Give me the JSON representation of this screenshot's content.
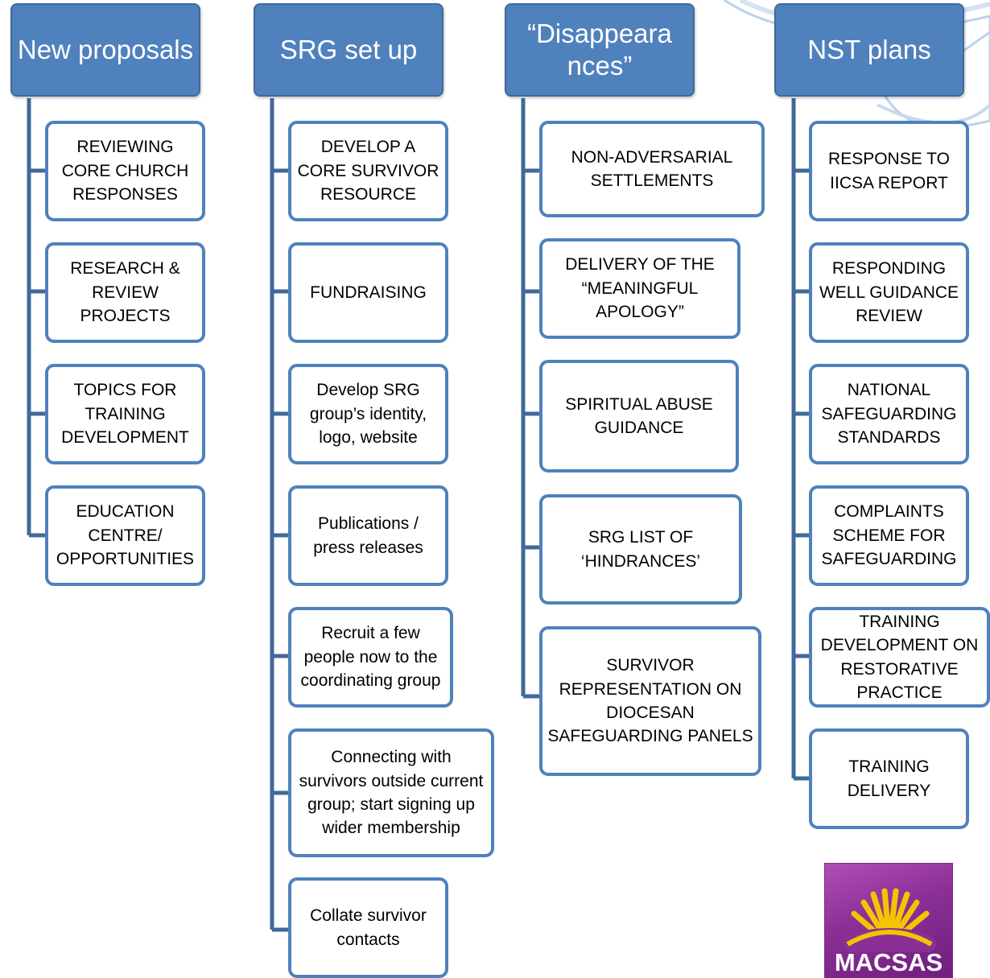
{
  "columns": [
    {
      "title": "New proposals",
      "items": [
        "REVIEWING CORE CHURCH RESPONSES",
        "RESEARCH & REVIEW PROJECTS",
        "TOPICS FOR TRAINING DEVELOPMENT",
        "EDUCATION CENTRE/ OPPORTUNITIES"
      ]
    },
    {
      "title": "SRG set up",
      "items": [
        "DEVELOP A CORE SURVIVOR RESOURCE",
        "FUNDRAISING",
        "Develop SRG group’s identity, logo, website",
        "Publications / press releases",
        "Recruit a few people now to the coordinating group",
        "Connecting with survivors outside current group; start signing up wider membership",
        "Collate survivor contacts"
      ]
    },
    {
      "title": "“Disappeara nces”",
      "items": [
        "NON-ADVERSARIAL SETTLEMENTS",
        "DELIVERY OF THE “MEANINGFUL APOLOGY”",
        "SPIRITUAL ABUSE GUIDANCE",
        "SRG LIST OF ‘HINDRANCES’",
        "SURVIVOR REPRESENTATION ON DIOCESAN SAFEGUARDING PANELS"
      ]
    },
    {
      "title": "NST plans",
      "items": [
        "RESPONSE TO IICSA REPORT",
        "RESPONDING WELL GUIDANCE REVIEW",
        "NATIONAL SAFEGUARDING STANDARDS",
        "COMPLAINTS SCHEME FOR SAFEGUARDING",
        "TRAINING DEVELOPMENT ON RESTORATIVE PRACTICE",
        "TRAINING DELIVERY"
      ]
    }
  ],
  "logo": {
    "text": "MACSAS"
  },
  "colors": {
    "header_fill": "#4f81bd",
    "card_border": "#4f81bd",
    "connector": "#41699a",
    "logo_purple": "#8a2f95",
    "logo_sunburst": "#f5c400"
  }
}
